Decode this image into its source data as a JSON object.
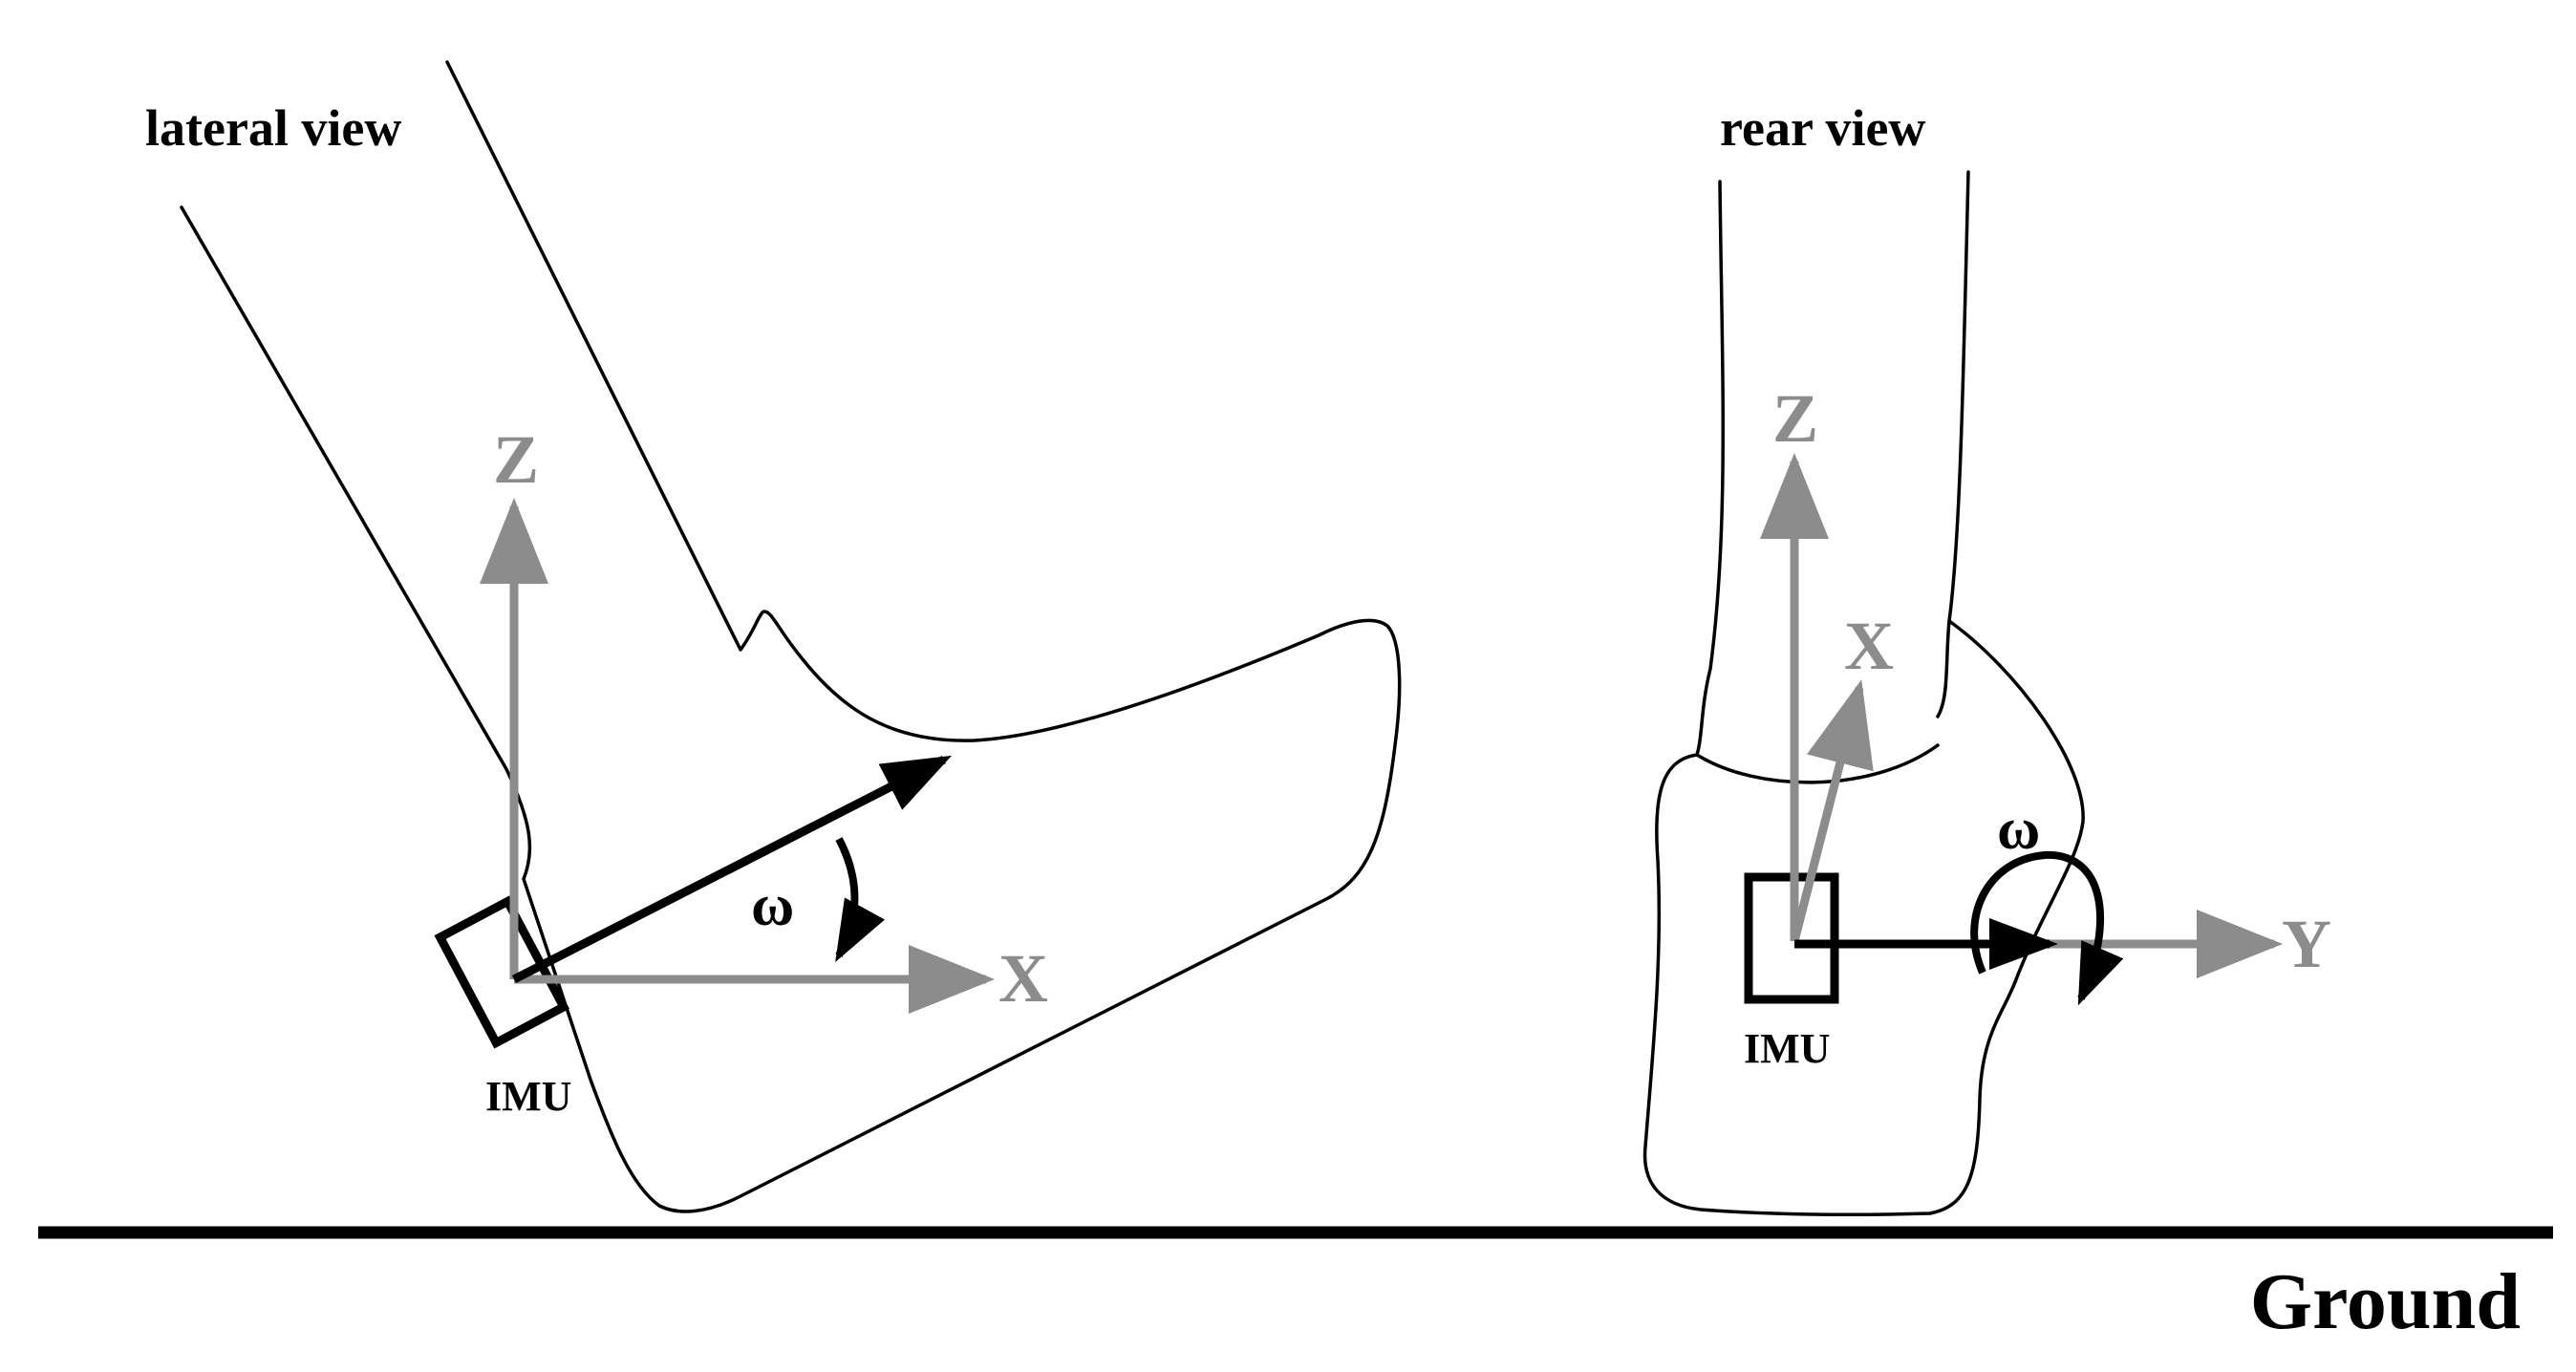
{
  "labels": {
    "lateral_view": "lateral view",
    "rear_view": "rear view",
    "ground": "Ground",
    "sensor": "IMU",
    "omega": "ω"
  },
  "axes": {
    "z": "Z",
    "x": "X",
    "y": "Y"
  },
  "colors": {
    "axis_gray": "#8c8c8c",
    "black": "#000000",
    "background": "#ffffff"
  }
}
